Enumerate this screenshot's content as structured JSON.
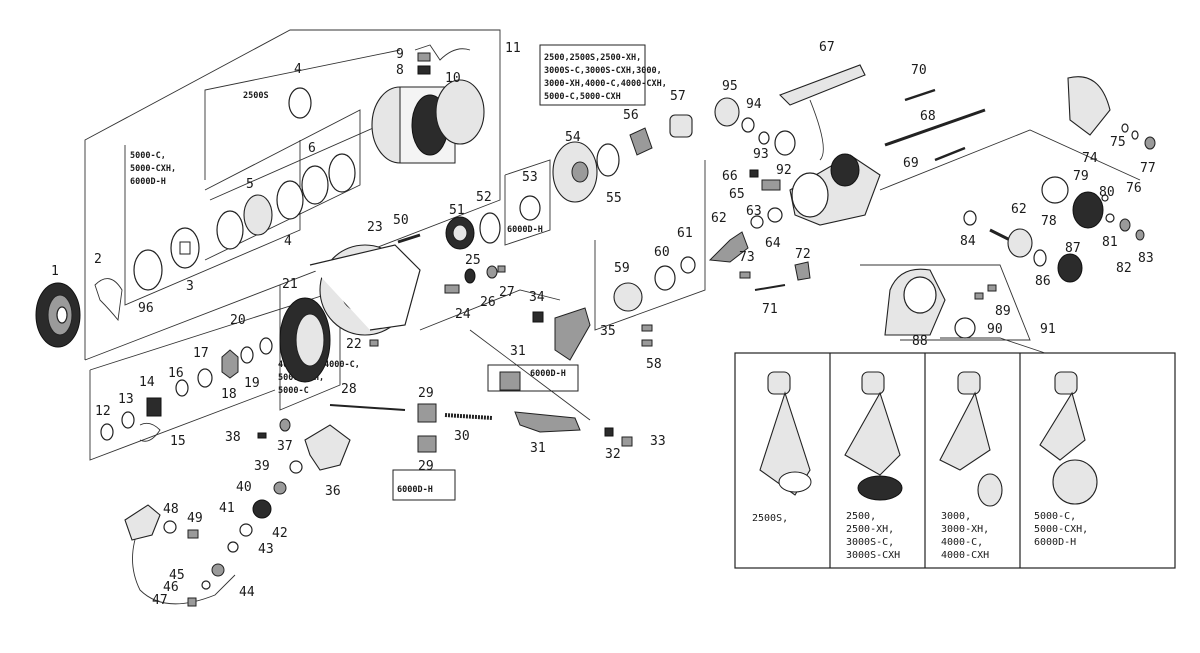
{
  "diagram": {
    "part_numbers": [
      "1",
      "2",
      "3",
      "4",
      "4",
      "5",
      "6",
      "8",
      "9",
      "10",
      "11",
      "12",
      "13",
      "14",
      "15",
      "16",
      "17",
      "18",
      "19",
      "20",
      "21",
      "22",
      "23",
      "24",
      "25",
      "26",
      "27",
      "28",
      "29",
      "29",
      "30",
      "31",
      "31",
      "32",
      "33",
      "34",
      "35",
      "36",
      "37",
      "38",
      "39",
      "40",
      "41",
      "42",
      "43",
      "44",
      "45",
      "46",
      "47",
      "48",
      "49",
      "50",
      "51",
      "52",
      "53",
      "54",
      "55",
      "56",
      "57",
      "58",
      "59",
      "60",
      "61",
      "62",
      "62",
      "63",
      "64",
      "65",
      "66",
      "67",
      "68",
      "69",
      "70",
      "71",
      "72",
      "73",
      "74",
      "75",
      "76",
      "77",
      "78",
      "79",
      "80",
      "81",
      "82",
      "83",
      "84",
      "86",
      "87",
      "88",
      "89",
      "90",
      "91",
      "92",
      "93",
      "94",
      "95",
      "96"
    ],
    "notes": {
      "spool_variant_2500s": "2500S",
      "spool_variant_large": [
        "5000-C,",
        "5000-CXH,",
        "6000D-H"
      ],
      "rotor_variants": [
        "2500,2500S,2500-XH,",
        "3000S-C,3000S-CXH,3000,",
        "3000-XH,4000-C,4000-CXH,",
        "5000-C,5000-CXH"
      ],
      "drag_6000": "6000D-H",
      "rotor_4000": [
        "4000-CXH,4000-C,",
        "5000-CXH,",
        "5000-C"
      ],
      "bail_6000": "6000D-H",
      "bail_6000b": "6000D-H"
    },
    "handles": [
      {
        "caption": [
          "2500S,"
        ]
      },
      {
        "caption": [
          "2500,",
          "2500-XH,",
          "3000S-C,",
          "3000S-CXH"
        ]
      },
      {
        "caption": [
          "3000,",
          "3000-XH,",
          "4000-C,",
          "4000-CXH"
        ]
      },
      {
        "caption": [
          "5000-C,",
          "5000-CXH,",
          "6000D-H"
        ]
      }
    ]
  }
}
